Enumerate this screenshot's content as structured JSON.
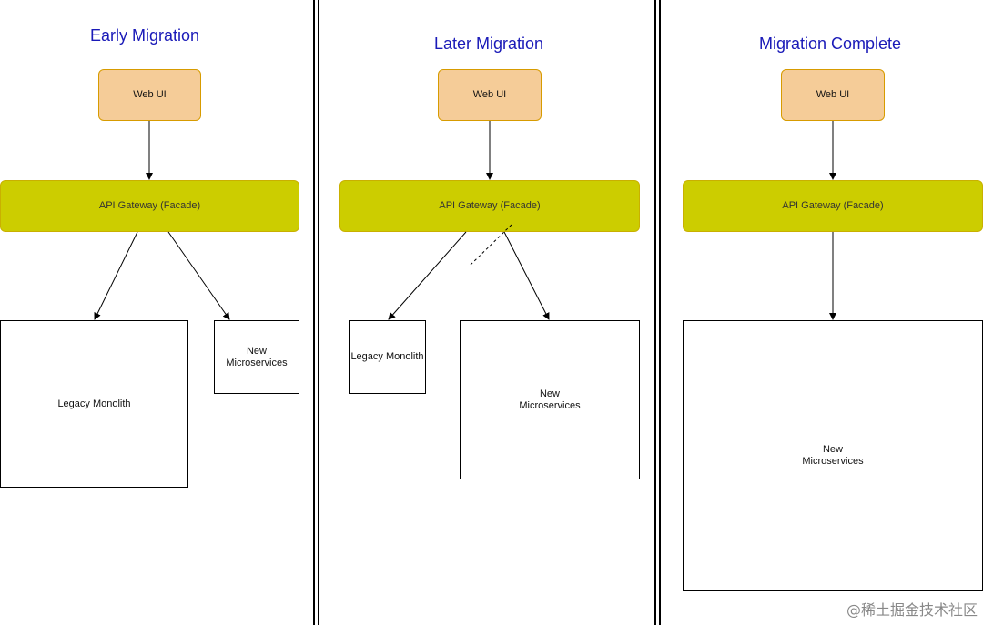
{
  "panels": [
    {
      "title": "Early Migration",
      "web_ui": "Web UI",
      "gateway": "API Gateway (Facade)",
      "legacy": "Legacy Monolith",
      "services": "New\nMicroservices"
    },
    {
      "title": "Later Migration",
      "web_ui": "Web UI",
      "gateway": "API Gateway (Facade)",
      "legacy": "Legacy Monolith",
      "services": "New\nMicroservices"
    },
    {
      "title": "Migration Complete",
      "web_ui": "Web UI",
      "gateway": "API Gateway (Facade)",
      "services": "New\nMicroservices"
    }
  ],
  "watermark": "@稀土掘金技术社区",
  "colors": {
    "title": "#1a1ab8",
    "web_ui_fill": "#f5cc98",
    "web_ui_border": "#d79b00",
    "gateway_fill": "#cccd00",
    "gateway_border": "#c9b000"
  }
}
